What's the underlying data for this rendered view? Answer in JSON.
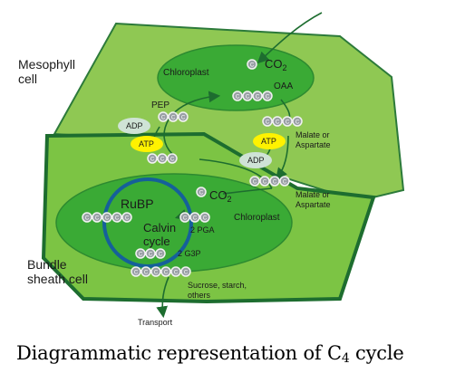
{
  "colors": {
    "mesophyll": "#8fc853",
    "bundle_sheath": "#7cc444",
    "chloroplast": "#3aaa35",
    "outline": "#1d6d2f",
    "atp": "#fff200",
    "adp": "#cfe3d6",
    "carbon": "#9aa0a6",
    "calvin_ring": "#15609a"
  },
  "cell_labels": {
    "mesophyll_1": "Mesophyll",
    "mesophyll_2": "cell",
    "bundle_1": "Bundle",
    "bundle_2": "sheath cell"
  },
  "mesophyll": {
    "chloroplast": "Chloroplast",
    "co2": "CO",
    "co2_sub": "2",
    "oaa": "OAA",
    "pep": "PEP",
    "adp": "ADP",
    "atp": "ATP",
    "atp_right": "ATP",
    "malate_1": "Malate or",
    "malate_2": "Aspartate"
  },
  "bundle": {
    "adp": "ADP",
    "malate_1": "Malate or",
    "malate_2": "Aspartate",
    "chloroplast": "Chloroplast",
    "co2": "CO",
    "co2_sub": "2",
    "rubp": "RuBP",
    "calvin_1": "Calvin",
    "calvin_2": "cycle",
    "pga": "2 PGA",
    "g3p": "2 G3P",
    "sucrose_1": "Sucrose, starch,",
    "sucrose_2": "others",
    "transport": "Transport"
  },
  "carbon_symbol": "C",
  "caption": {
    "main": "Diagrammatic representation of C",
    "sub": "4",
    "tail": " cycle"
  }
}
